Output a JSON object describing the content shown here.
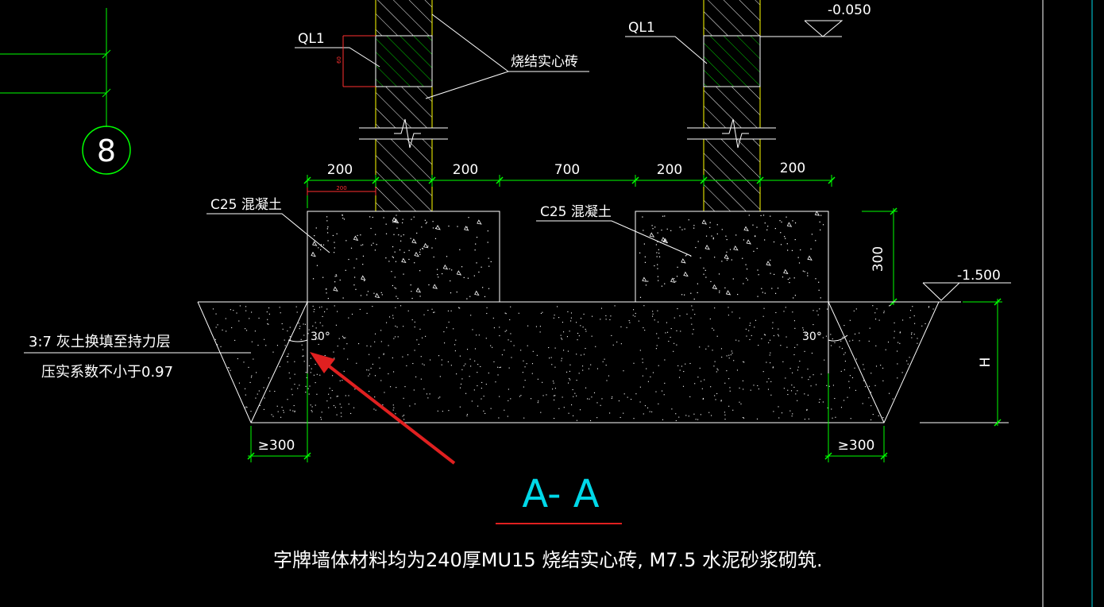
{
  "labels": {
    "ql1_left": "QL1",
    "ql1_right": "QL1",
    "brick_note": "烧结实心砖",
    "concrete_left": "C25 混凝土",
    "concrete_right": "C25 混凝土",
    "elev_top": "-0.050",
    "elev_base": "-1.500",
    "axis_number": "8",
    "angle_left": "30°",
    "angle_right": "30°",
    "fill_line1": "3:7 灰土换填至持力层",
    "fill_line2": "压实系数不小于0.97",
    "section_title": "A- A",
    "footer_note": "字牌墙体材料均为240厚MU15 烧结实心砖, M7.5 水泥砂浆砌筑."
  },
  "dimensions": {
    "d1": "200",
    "d2": "200",
    "d3": "700",
    "d4": "200",
    "d5": "200",
    "d_small": "200",
    "height_300": "300",
    "h_label": "H",
    "min_left": "≥300",
    "min_right": "≥300",
    "ql_small": "60"
  },
  "colors": {
    "background": "#000000",
    "lines": "#ffffff",
    "dimension": "#00ff00",
    "wall": "#ffff00",
    "beam_hatch": "#00cc00",
    "arrow": "#e02020",
    "title": "#00d8e8",
    "title_underline": "#e02020",
    "red_dim": "#ff3030"
  }
}
